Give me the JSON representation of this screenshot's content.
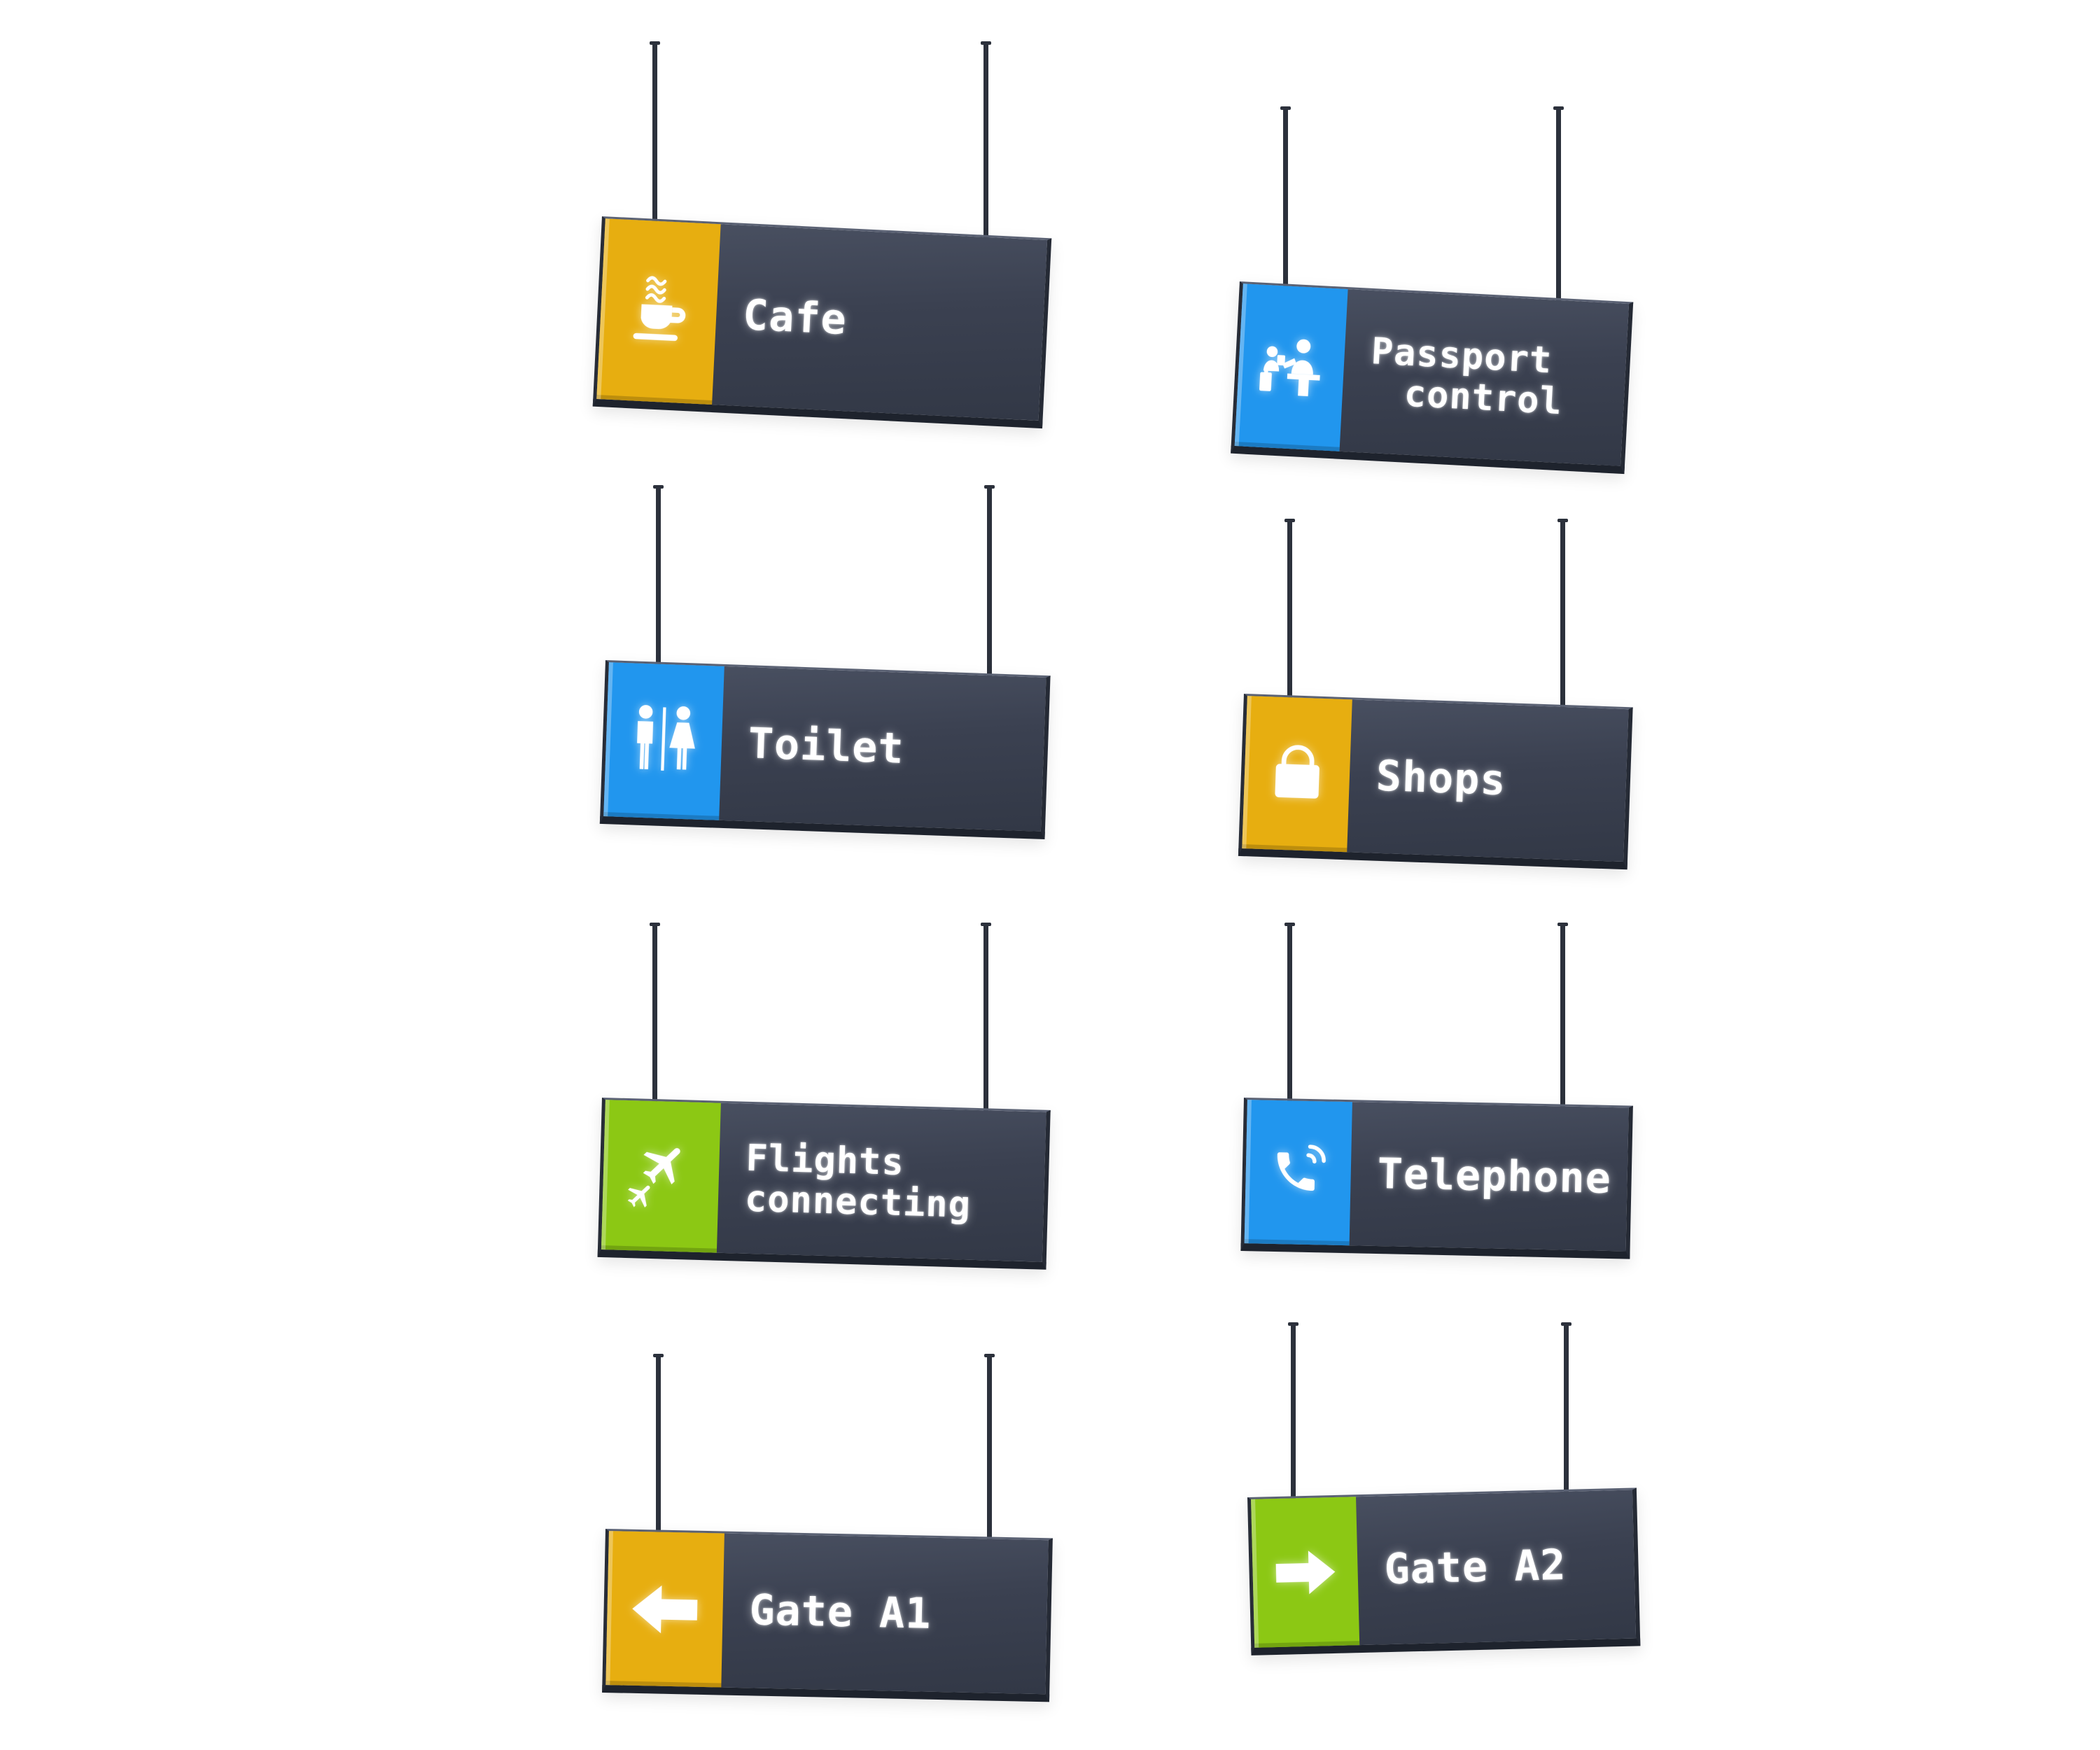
{
  "scene": {
    "background": "#ffffff"
  },
  "colors": {
    "panel": "#3b4151",
    "panel_edge": "#1e232d",
    "rod": "#2c313c",
    "text": "#ffffff",
    "yellow": "#e7ae10",
    "blue": "#2196ee",
    "green": "#8cc814"
  },
  "signs": [
    {
      "id": "cafe",
      "lines": [
        "Cafe"
      ],
      "icon": "coffee-cup-icon",
      "icon_bg": "#e7ae10"
    },
    {
      "id": "passport-control",
      "lines": [
        "Passport",
        "control"
      ],
      "icon": "passport-desk-icon",
      "icon_bg": "#2196ee"
    },
    {
      "id": "toilet",
      "lines": [
        "Toilet"
      ],
      "icon": "toilet-man-woman-icon",
      "icon_bg": "#2196ee"
    },
    {
      "id": "shops",
      "lines": [
        "Shops"
      ],
      "icon": "shopping-bag-icon",
      "icon_bg": "#e7ae10"
    },
    {
      "id": "flights-connecting",
      "lines": [
        "Flights",
        "connecting"
      ],
      "icon": "airplanes-icon",
      "icon_bg": "#8cc814"
    },
    {
      "id": "telephone",
      "lines": [
        "Telephone"
      ],
      "icon": "telephone-icon",
      "icon_bg": "#2196ee"
    },
    {
      "id": "gate-a1",
      "lines": [
        "Gate A1"
      ],
      "icon": "arrow-left-icon",
      "icon_bg": "#e7ae10"
    },
    {
      "id": "gate-a2",
      "lines": [
        "Gate A2"
      ],
      "icon": "arrow-right-icon",
      "icon_bg": "#8cc814"
    }
  ]
}
